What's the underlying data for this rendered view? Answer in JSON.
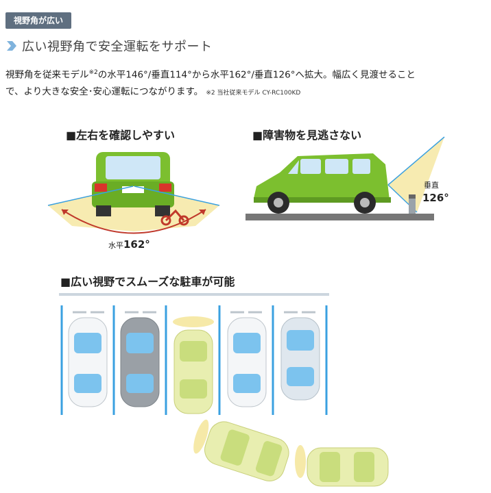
{
  "badge": "視野角が広い",
  "headline": "広い視野角で安全運転をサポート",
  "description": {
    "line1_pre": "視野角を従来モデル",
    "sup": "※2",
    "line1_post": "の水平146°/垂直114°から水平162°/垂直126°へ拡大。幅広く見渡せること",
    "line2": "で、より大きな安全･安心運転につながります。",
    "note": "※2 当社従来モデル CY-RC100KD"
  },
  "sections": {
    "left_right": {
      "title": "■左右を確認しやすい",
      "label": "水平",
      "value": "162°"
    },
    "obstacle": {
      "title": "■障害物を見逃さない",
      "label": "垂直",
      "value": "126°"
    },
    "parking": {
      "title": "■広い視野でスムーズな駐車が可能"
    }
  },
  "colors": {
    "badge": "#5f6f80",
    "chevron": "#6aa6d8",
    "car_green": "#7cbf2f",
    "line_blue": "#3aa0e0",
    "arc_red": "#c0392b",
    "view_yellow": "#f6e9a8"
  }
}
